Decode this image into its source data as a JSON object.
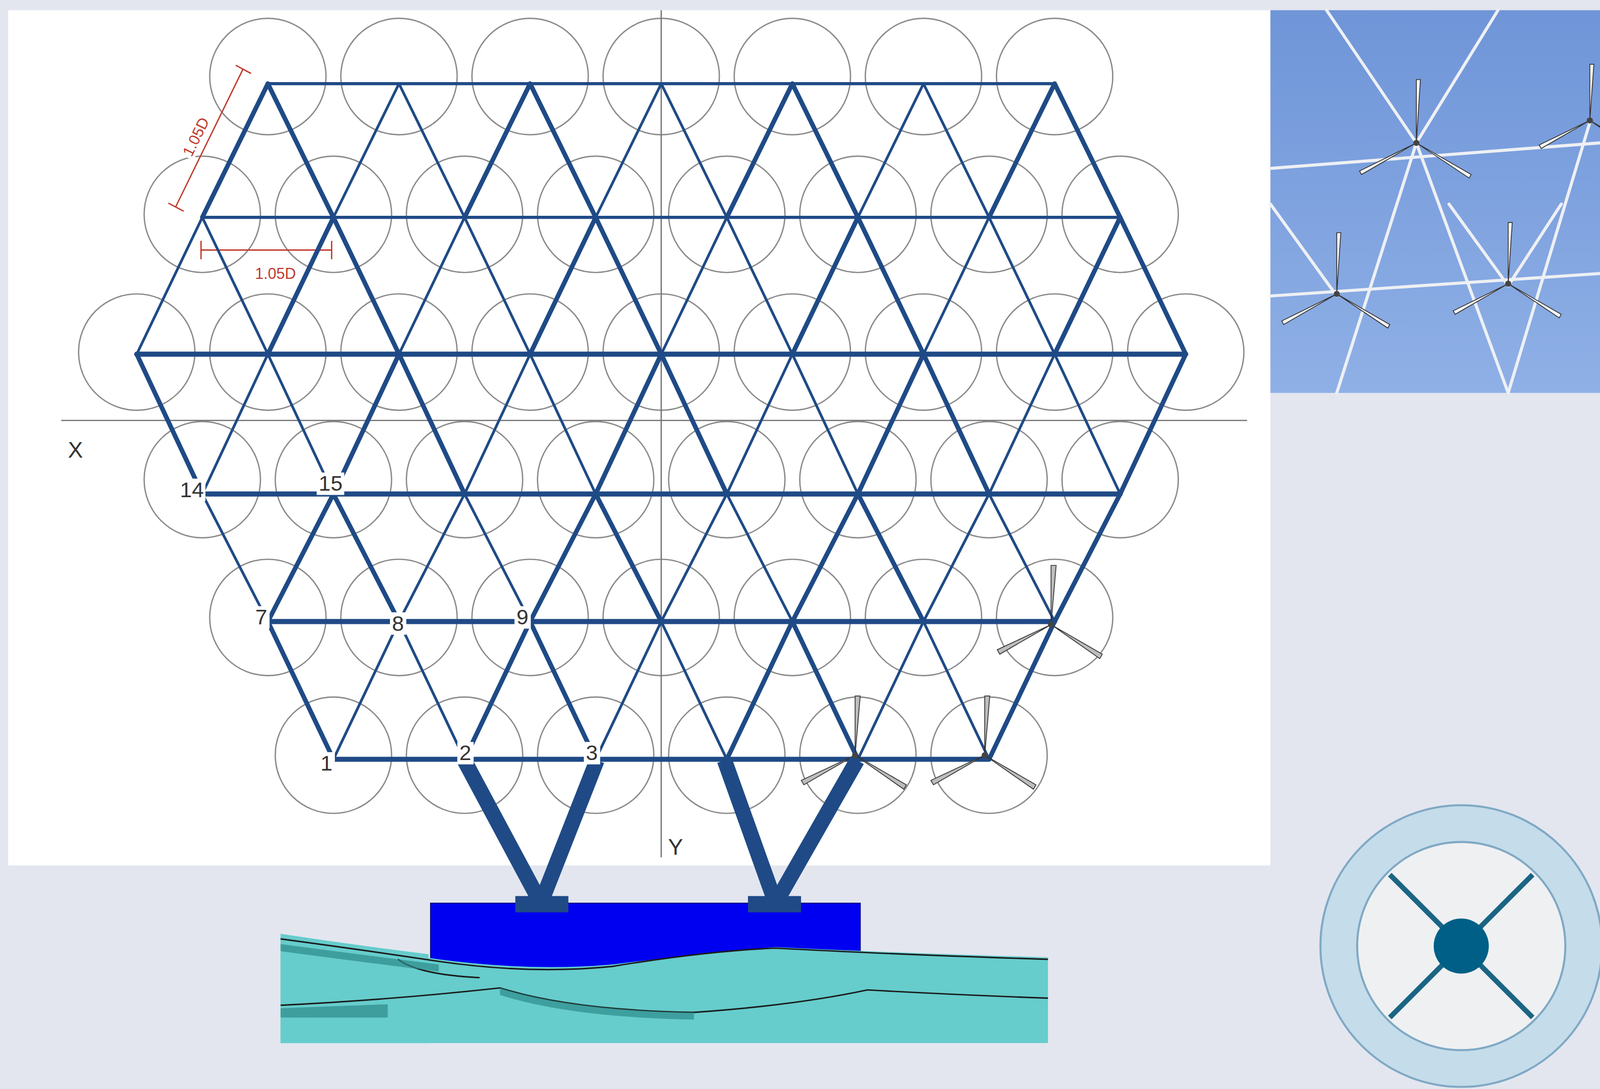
{
  "diagram": {
    "labels": [
      "1.05D",
      "1.05D",
      "X",
      "Y",
      "14",
      "15",
      "7",
      "8",
      "9",
      "1",
      "2",
      "3"
    ]
  }
}
